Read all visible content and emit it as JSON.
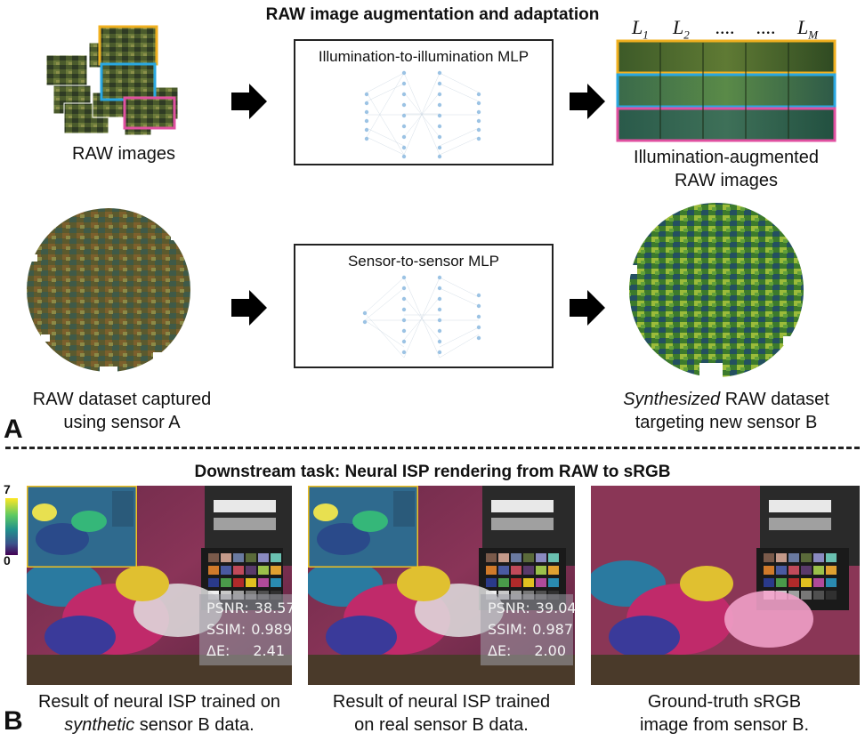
{
  "panel_a": {
    "title": "RAW image augmentation and adaptation",
    "letter": "A",
    "raw_images_caption": "RAW images",
    "mlp1_title": "Illumination-to-illumination MLP",
    "augmented_caption_line1": "Illumination-augmented",
    "augmented_caption_line2": "RAW images",
    "illum_labels": [
      "L1",
      "L2",
      "....",
      "....",
      "LM"
    ],
    "dataset_caption_line1": "RAW dataset captured",
    "dataset_caption_line2": "using sensor A",
    "mlp2_title": "Sensor-to-sensor  MLP",
    "synth_caption_word": "Synthesized",
    "synth_caption_rest": " RAW dataset",
    "synth_caption_line2": "targeting new sensor B",
    "strip_colors": [
      "#f0b020",
      "#2aa7e0",
      "#e050a0"
    ]
  },
  "panel_b": {
    "title": "Downstream task: Neural ISP rendering from RAW to sRGB",
    "letter": "B",
    "colorbar_max": "7",
    "colorbar_min": "0",
    "results": [
      {
        "caption_line1": "Result of neural ISP trained on",
        "caption_line2_italic": "synthetic",
        "caption_line2_rest": " sensor B data.",
        "psnr_label": "PSNR:",
        "psnr": "38.57",
        "ssim_label": "SSIM:",
        "ssim": "0.989",
        "de_label": "ΔE:",
        "de": "2.41"
      },
      {
        "caption_line1": "Result of neural ISP trained",
        "caption_line2": "on real sensor B data.",
        "psnr_label": "PSNR:",
        "psnr": "39.04",
        "ssim_label": "SSIM:",
        "ssim": "0.987",
        "de_label": "ΔE:",
        "de": "2.00"
      },
      {
        "caption_line1": "Ground-truth sRGB",
        "caption_line2": "image from sensor B."
      }
    ]
  }
}
